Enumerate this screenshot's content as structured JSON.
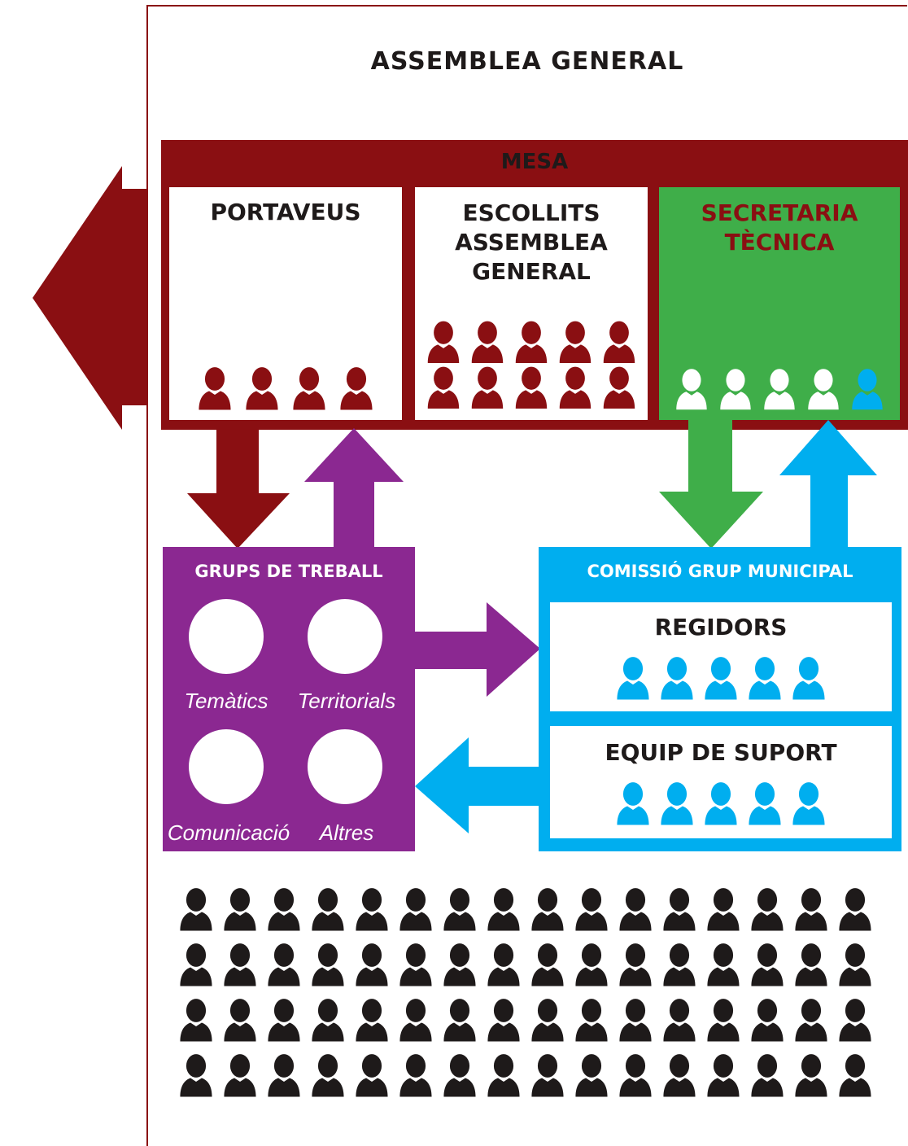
{
  "title": "ASSEMBLEA GENERAL",
  "colors": {
    "maroon": "#8a0f12",
    "purple": "#8b2891",
    "green": "#3fae49",
    "blue": "#00aeef",
    "black": "#1e1a1a",
    "white": "#ffffff"
  },
  "mesa": {
    "label": "MESA",
    "portaveus": {
      "label": "PORTAVEUS",
      "people": 4
    },
    "escollits": {
      "label_line1": "ESCOLLITS",
      "label_line2": "ASSEMBLEA",
      "label_line3": "GENERAL",
      "people": 10
    },
    "secretaria": {
      "label_line1": "SECRETARIA",
      "label_line2": "TÈCNICA",
      "people_white": 4,
      "people_blue": 1
    }
  },
  "grups": {
    "label": "GRUPS DE TREBALL",
    "items": [
      "Temàtics",
      "Territorials",
      "Comunicació",
      "Altres"
    ]
  },
  "comissio": {
    "label": "COMISSIÓ GRUP MUNICIPAL",
    "regidors": {
      "label": "REGIDORS",
      "people": 5
    },
    "equip": {
      "label": "EQUIP DE SUPORT",
      "people": 5
    }
  },
  "assembly": {
    "rows": 4,
    "per_row": 16
  },
  "icons": {
    "person": "person-silhouette-icon",
    "circle": "circle-group-icon",
    "arrow": "arrow-icon"
  }
}
